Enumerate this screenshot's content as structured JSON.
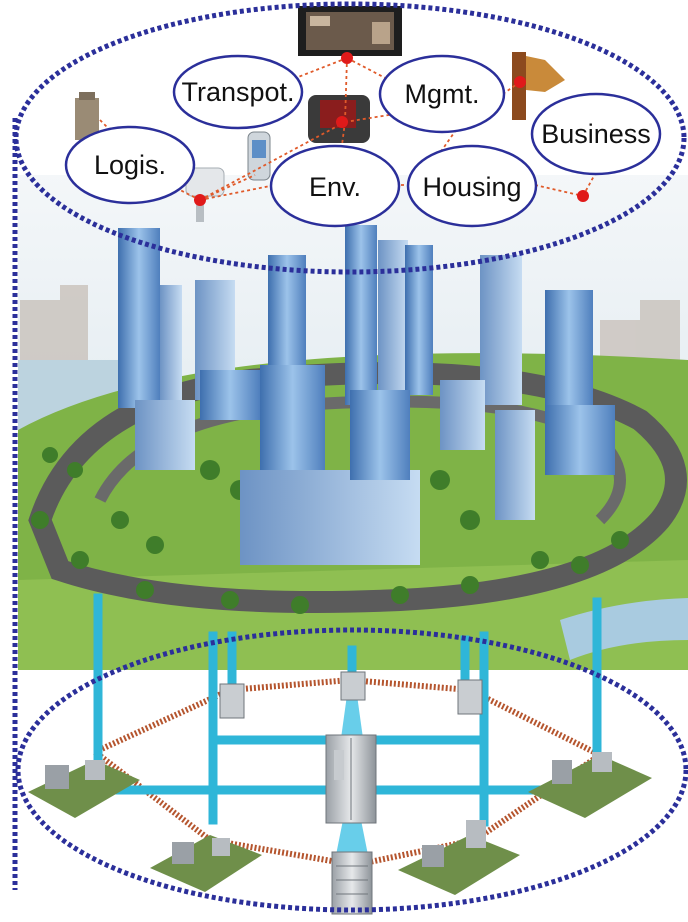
{
  "service_layer": {
    "nodes": [
      {
        "id": "transport",
        "label": "Transpot."
      },
      {
        "id": "mgmt",
        "label": "Mgmt."
      },
      {
        "id": "business",
        "label": "Business"
      },
      {
        "id": "logis",
        "label": "Logis."
      },
      {
        "id": "env",
        "label": "Env."
      },
      {
        "id": "housing",
        "label": "Housing"
      }
    ]
  },
  "colors": {
    "dotted_boundary": "#2b2f9a",
    "link_line": "#e05a2a",
    "node_dot": "#e01a1a",
    "network_cable": "#2fb6d8",
    "ring_cable": "#b5552e",
    "sky": "#dfe9ef",
    "grass": "#7fb347",
    "road": "#5b5b5b",
    "glass_building": "#6f9fd0"
  },
  "icons": [
    "monitor-icon",
    "phone-icon",
    "smartphone-icon",
    "cctv-camera-icon",
    "tower-icon",
    "signage-icon",
    "server-cabinet-icon",
    "substation-icon"
  ]
}
